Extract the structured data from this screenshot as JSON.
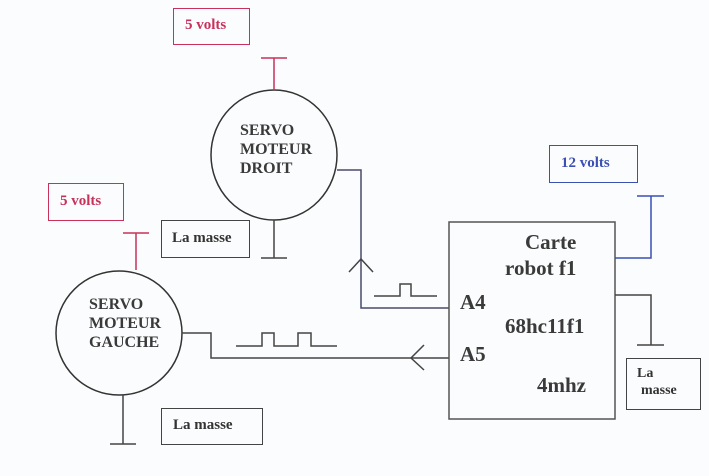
{
  "power_labels": {
    "servo_droit": "5 volts",
    "servo_gauche": "5 volts",
    "carte": "12 volts"
  },
  "ground_labels": {
    "servo_droit": "La masse",
    "servo_gauche": "La masse",
    "carte_line1": "La",
    "carte_line2": "masse"
  },
  "servo_droit": {
    "line1": "SERVO",
    "line2": "MOTEUR",
    "line3": "DROIT"
  },
  "servo_gauche": {
    "line1": "SERVO",
    "line2": "MOTEUR",
    "line3": "GAUCHE"
  },
  "carte": {
    "line1": "Carte",
    "line2": "robot f1",
    "pin_a4": "A4",
    "pin_a5": "A5",
    "chip": "68hc11f1",
    "freq": "4mhz"
  },
  "colors": {
    "power_5v": "#c8325a",
    "power_12v": "#3b4fb5",
    "wire": "#444444"
  }
}
